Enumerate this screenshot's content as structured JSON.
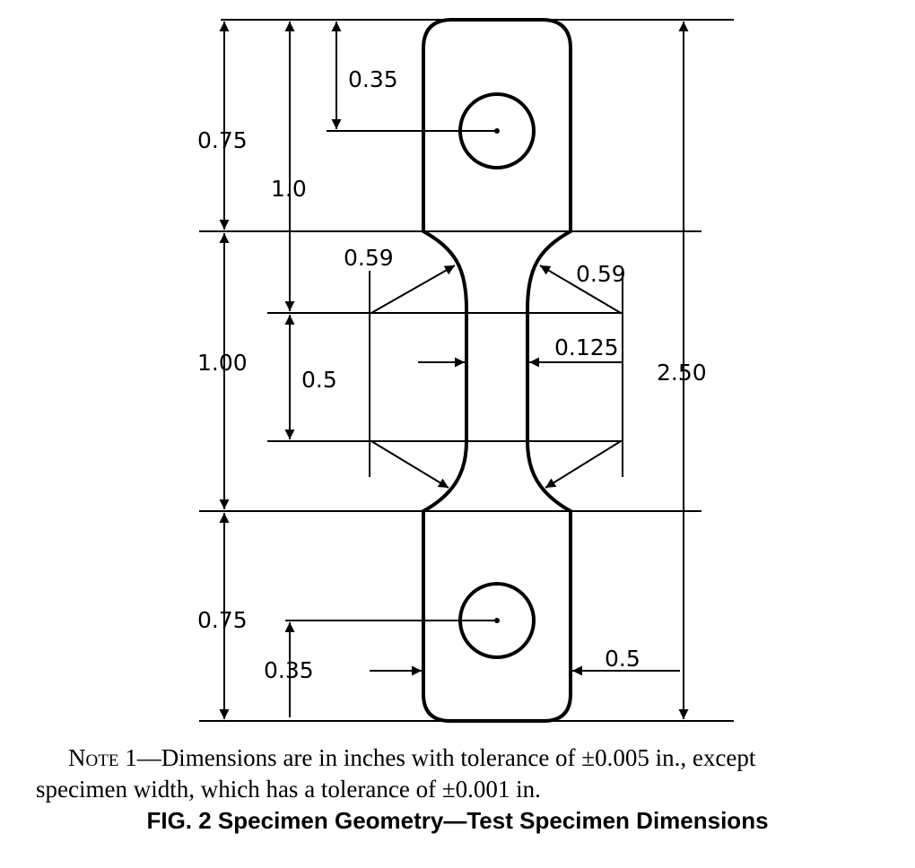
{
  "dimensions": {
    "top_hole_offset": "0.35",
    "top_tab_length": "0.75",
    "tab_to_gauge": "1.0",
    "fillet_radius_left": "0.59",
    "fillet_radius_right": "0.59",
    "gauge_width": "0.125",
    "middle_length": "1.00",
    "gauge_length": "0.5",
    "overall_length": "2.50",
    "bottom_tab_length": "0.75",
    "bottom_hole_offset": "0.35",
    "tab_width": "0.5"
  },
  "note": {
    "label": "Note",
    "number": "1",
    "line1": "—Dimensions are in inches with tolerance of ±0.005 in., except",
    "line2": "specimen width, which has a tolerance of ±0.001 in."
  },
  "caption": "FIG. 2 Specimen Geometry—Test Specimen Dimensions"
}
